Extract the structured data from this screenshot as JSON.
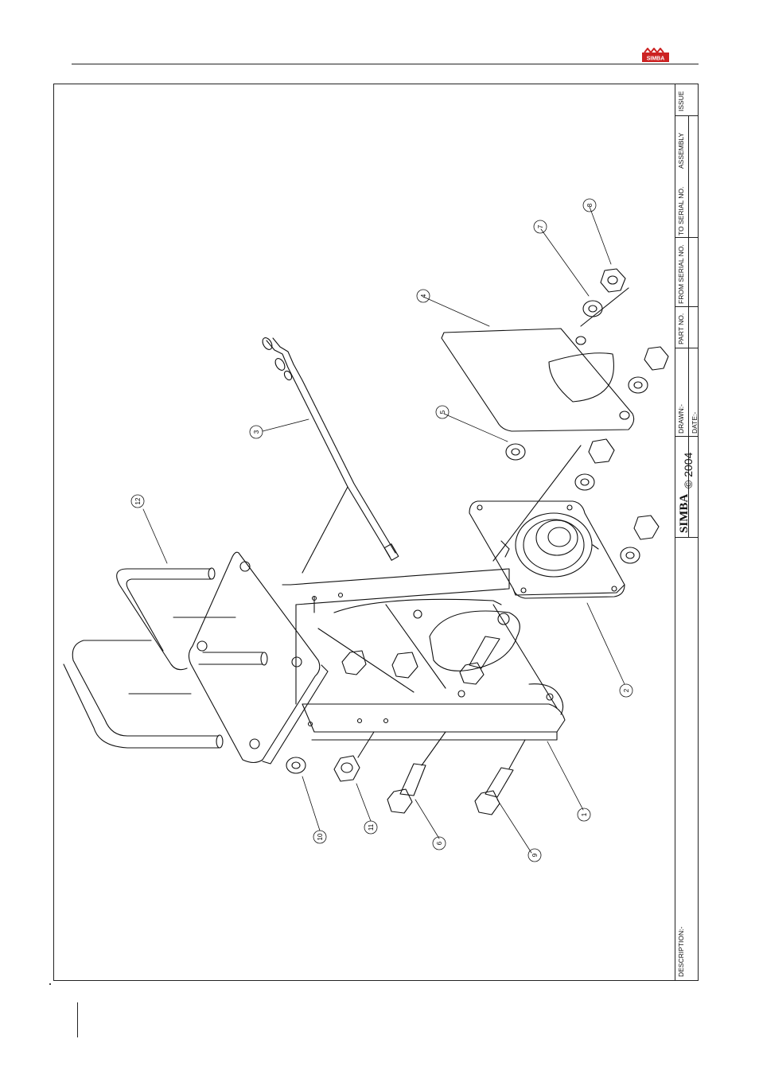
{
  "header": {
    "logo_text": "SIMBA"
  },
  "title_block": {
    "issue_label": "ISSUE",
    "assembly_label": "ASSEMBLY",
    "to_serial_label": "TO SERIAL NO.",
    "from_serial_label": "FROM SERIAL NO.",
    "part_no_label": "PART NO.",
    "drawn_label": "DRAWN:-",
    "date_label": "DATE:-",
    "copyright": "© 2004",
    "logo_text": "SIMBA",
    "description_label": "DESCRIPTION:-"
  },
  "callouts": [
    "1",
    "2",
    "3",
    "4",
    "5",
    "6",
    "7",
    "8",
    "9",
    "10",
    "11",
    "12"
  ],
  "colors": {
    "logo_red": "#cc2222",
    "line": "#222222"
  }
}
